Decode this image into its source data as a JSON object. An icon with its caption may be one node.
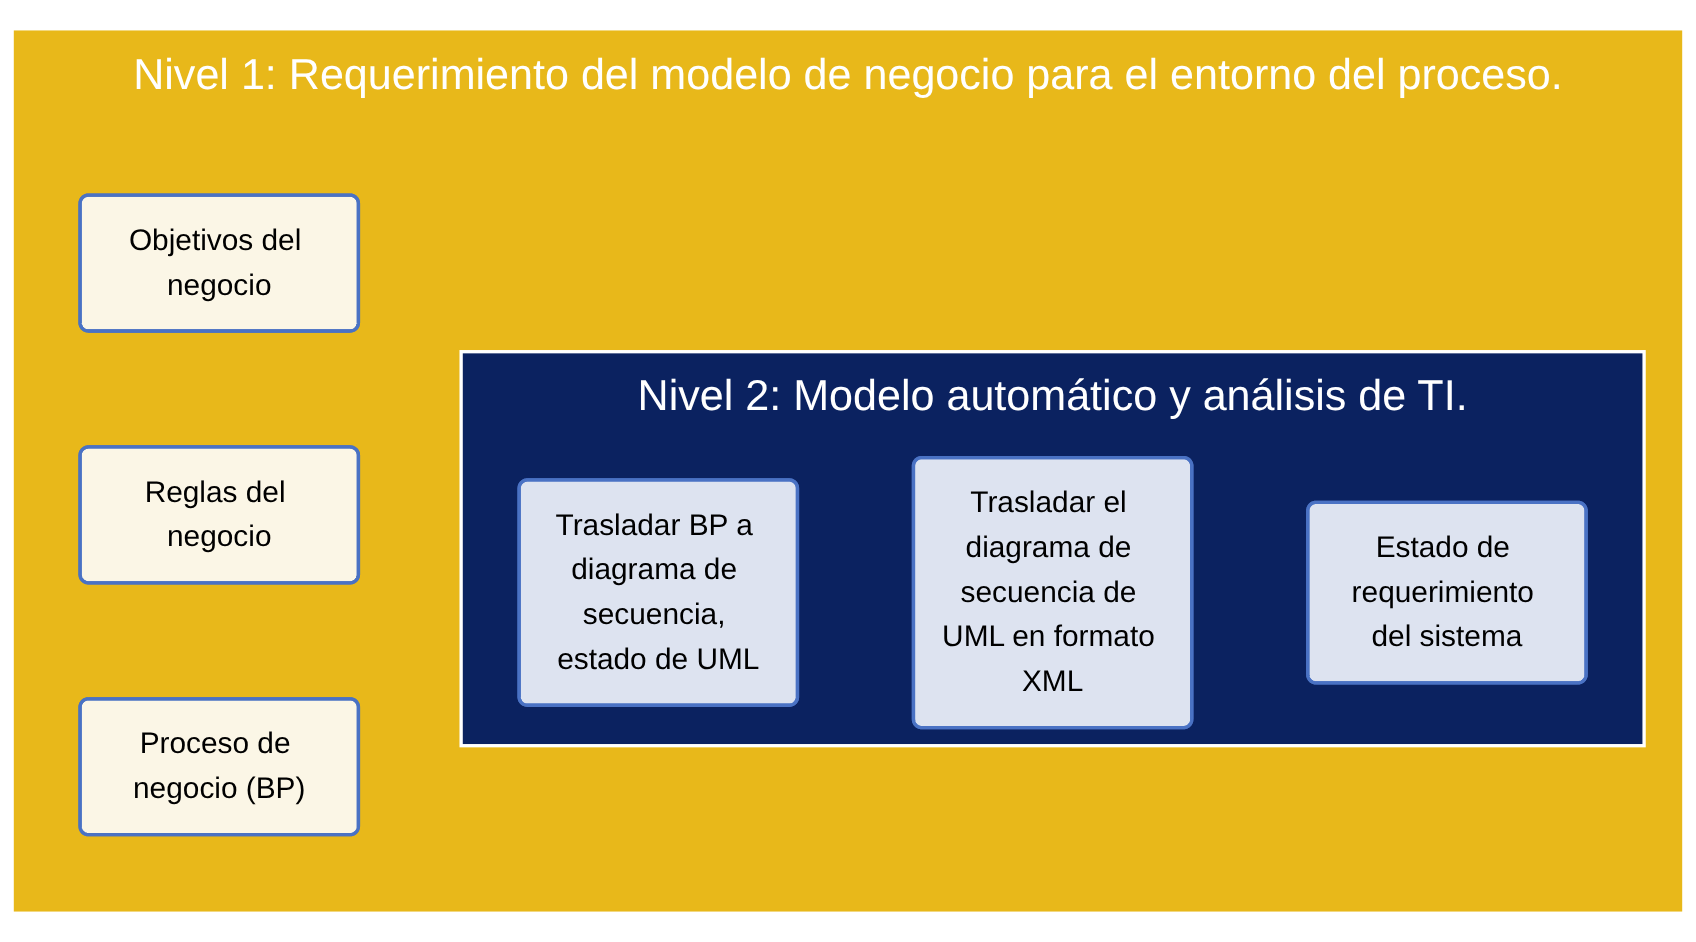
{
  "diagram": {
    "nodes": [
      {
        "text": [
          "Nivel 1: Requerimiento del modelo de negocio para el entorno del proceso."
        ]
      },
      {
        "text": [
          "Objetivos del negocio"
        ],
        "in": 0
      },
      {
        "text": [
          "Reglas del negocio"
        ],
        "in": 0
      },
      {
        "text": [
          "Proceso de negocio (BP)"
        ],
        "in": 0
      },
      {
        "text": [
          "Nivel 2: Modelo automático y análisis de TI."
        ],
        "in": 0
      },
      {
        "text": [
          "Trasladar BP a diagrama de secuencia, estado de UML"
        ],
        "in": 4
      },
      {
        "text": [
          "Trasladar el diagrama de secuencia de UML en formato XML"
        ],
        "in": 4
      },
      {
        "text": [
          "Estado de requerimiento del sistema"
        ],
        "in": 4
      }
    ]
  }
}
